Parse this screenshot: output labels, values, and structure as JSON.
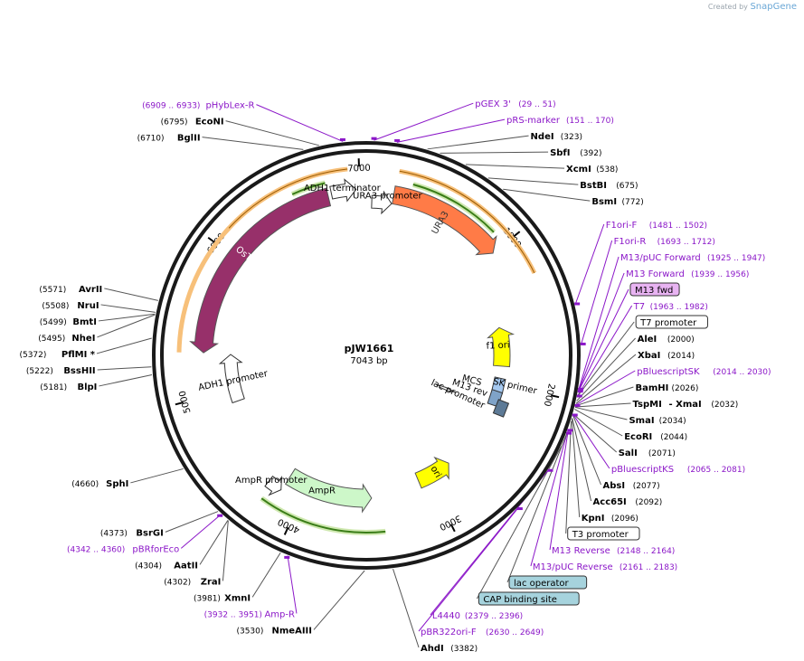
{
  "credit": {
    "prefix": "Created by",
    "brand": "SnapGene"
  },
  "plasmid": {
    "name": "pJW1661",
    "length_label": "7043 bp",
    "length": 7043
  },
  "ticks": [
    "1000",
    "2000",
    "3000",
    "4000",
    "5000",
    "6000",
    "7000"
  ],
  "colors": {
    "backbone": "#000000",
    "primer": "#8b17c8",
    "site": "#000000"
  },
  "features": [
    {
      "name": "OsTIR1",
      "start": 5300,
      "end": 6780,
      "dir": "ccw",
      "color": "#97306a",
      "kind": "cds"
    },
    {
      "name": "URA3",
      "start": 190,
      "end": 1000,
      "dir": "cw",
      "color": "#ff7b47",
      "kind": "cds"
    },
    {
      "name": "AmpR",
      "start": 3480,
      "end": 4150,
      "dir": "ccw",
      "color": "#cdf7c9",
      "kind": "cds"
    },
    {
      "name": "ori",
      "start": 2790,
      "end": 3080,
      "dir": "ccw",
      "color": "#ffff00",
      "kind": "rep"
    },
    {
      "name": "f1 ori",
      "start": 1530,
      "end": 1850,
      "dir": "ccw",
      "color": "#ffff00",
      "kind": "rep"
    },
    {
      "name": "ADH1 terminator",
      "start": 6805,
      "end": 6975,
      "dir": "cw",
      "color": "#ffffff",
      "kind": "term"
    },
    {
      "name": "URA3 promoter",
      "start": 40,
      "end": 185,
      "dir": "cw",
      "color": "#ffffff",
      "kind": "prom"
    },
    {
      "name": "ADH1 promoter",
      "start": 4900,
      "end": 5290,
      "dir": "cw",
      "color": "#ffffff",
      "kind": "prom"
    },
    {
      "name": "AmpR promoter",
      "start": 4155,
      "end": 4260,
      "dir": "ccw",
      "color": "#ffffff",
      "kind": "prom"
    },
    {
      "name": "lac promoter",
      "start": 2190,
      "end": 2220,
      "dir": "ccw",
      "color": "#ffffff",
      "kind": "prom"
    }
  ],
  "inner_labels": [
    {
      "text": "OsTIR1",
      "angle": 6040,
      "r": 168,
      "rot": true,
      "color": "#ffffff"
    },
    {
      "text": "URA3",
      "angle": 590,
      "r": 168,
      "rot": true,
      "color": "#333333"
    },
    {
      "text": "AmpR",
      "angle": 3870,
      "r": 160,
      "rot": false,
      "color": "#000000"
    },
    {
      "text": "ori",
      "angle": 2940,
      "r": 150,
      "rot": true,
      "color": "#000000"
    },
    {
      "text": "f1 ori",
      "angle": 1700,
      "r": 146,
      "rot": true,
      "color": "#000000"
    },
    {
      "text": "ADH1 terminator",
      "angle": 6880,
      "r": 184,
      "rot": false,
      "color": "#000000"
    },
    {
      "text": "URA3 promoter",
      "angle": 150,
      "r": 175,
      "rot": false,
      "color": "#000000"
    },
    {
      "text": "ADH1 promoter",
      "angle": 5050,
      "r": 150,
      "rot": true,
      "color": "#000000"
    },
    {
      "text": "AmpR promoter",
      "angle": 4240,
      "r": 176,
      "rot": false,
      "color": "#000000"
    },
    {
      "text": "lac promoter",
      "angle": 2240,
      "r": 110,
      "rot": true,
      "color": "#000000"
    },
    {
      "text": "M13 rev",
      "angle": 2130,
      "r": 120,
      "rot": true,
      "color": "#000000"
    },
    {
      "text": "MCS",
      "angle": 2050,
      "r": 120,
      "rot": true,
      "color": "#000000"
    },
    {
      "text": "SK primer",
      "angle": 2010,
      "r": 168,
      "rot": true,
      "color": "#000000"
    }
  ],
  "labels": [
    {
      "kind": "primer",
      "name": "pHybLex-R",
      "coord": "(6909 .. 6933)",
      "bp": 6921
    },
    {
      "kind": "site",
      "name": "EcoNI",
      "coord": "(6795)",
      "bp": 6795
    },
    {
      "kind": "site",
      "name": "BglII",
      "coord": "(6710)",
      "bp": 6710
    },
    {
      "kind": "primer",
      "name": "pGEX 3'",
      "coord": "(29 .. 51)",
      "bp": 40
    },
    {
      "kind": "primer",
      "name": "pRS-marker",
      "coord": "(151 .. 170)",
      "bp": 160
    },
    {
      "kind": "site",
      "name": "NdeI",
      "coord": "(323)",
      "bp": 323
    },
    {
      "kind": "site",
      "name": "SbfI",
      "coord": "(392)",
      "bp": 392
    },
    {
      "kind": "site",
      "name": "XcmI",
      "coord": "(538)",
      "bp": 538
    },
    {
      "kind": "site",
      "name": "BstBI",
      "coord": "(675)",
      "bp": 675
    },
    {
      "kind": "site",
      "name": "BsmI",
      "coord": "(772)",
      "bp": 772
    },
    {
      "kind": "primer",
      "name": "F1ori-F",
      "coord": "(1481 .. 1502)",
      "bp": 1492
    },
    {
      "kind": "primer",
      "name": "F1ori-R",
      "coord": "(1693 .. 1712)",
      "bp": 1702
    },
    {
      "kind": "primer",
      "name": "M13/pUC Forward",
      "coord": "(1925 .. 1947)",
      "bp": 1936
    },
    {
      "kind": "primer",
      "name": "M13 Forward",
      "coord": "(1939 .. 1956)",
      "bp": 1947
    },
    {
      "kind": "boxp",
      "name": "M13 fwd",
      "coord": "",
      "bp": 1950
    },
    {
      "kind": "primer",
      "name": "T7",
      "coord": "(1963 .. 1982)",
      "bp": 1972
    },
    {
      "kind": "box",
      "name": "T7 promoter",
      "coord": "",
      "bp": 1975
    },
    {
      "kind": "site",
      "name": "AleI",
      "coord": "(2000)",
      "bp": 2000
    },
    {
      "kind": "primer",
      "name": "pBluescriptSK",
      "coord": "(2014 .. 2030)",
      "bp": 2022
    },
    {
      "kind": "site",
      "name": "XbaI",
      "coord": "(2014)",
      "bp": 2014
    },
    {
      "kind": "site",
      "name": "BamHI",
      "coord": "(2026)",
      "bp": 2026
    },
    {
      "kind": "site2",
      "name": "TspMI",
      "name2": "- XmaI",
      "coord": "(2032)",
      "bp": 2032
    },
    {
      "kind": "site",
      "name": "SmaI",
      "coord": "(2034)",
      "bp": 2034
    },
    {
      "kind": "site",
      "name": "EcoRI",
      "coord": "(2044)",
      "bp": 2044
    },
    {
      "kind": "site",
      "name": "SalI",
      "coord": "(2071)",
      "bp": 2071
    },
    {
      "kind": "site",
      "name": "AbsI",
      "coord": "(2077)",
      "bp": 2077
    },
    {
      "kind": "primer",
      "name": "pBluescriptKS",
      "coord": "(2065 .. 2081)",
      "bp": 2073
    },
    {
      "kind": "site",
      "name": "Acc65I",
      "coord": "(2092)",
      "bp": 2092
    },
    {
      "kind": "site",
      "name": "KpnI",
      "coord": "(2096)",
      "bp": 2096
    },
    {
      "kind": "box",
      "name": "T3 promoter",
      "coord": "",
      "bp": 2110
    },
    {
      "kind": "primer",
      "name": "M13 Reverse",
      "coord": "(2148 .. 2164)",
      "bp": 2156
    },
    {
      "kind": "boxb",
      "name": "lac operator",
      "coord": "",
      "bp": 2180
    },
    {
      "kind": "primer",
      "name": "M13/pUC Reverse",
      "coord": "(2161 .. 2183)",
      "bp": 2172
    },
    {
      "kind": "boxb",
      "name": "CAP binding site",
      "coord": "",
      "bp": 2250
    },
    {
      "kind": "primer",
      "name": "L4440",
      "coord": "(2379 .. 2396)",
      "bp": 2387
    },
    {
      "kind": "primer",
      "name": "pBR322ori-F",
      "coord": "(2630 .. 2649)",
      "bp": 2640
    },
    {
      "kind": "site",
      "name": "AhdI",
      "coord": "(3382)",
      "bp": 3382
    },
    {
      "kind": "site",
      "name": "NmeAIII",
      "coord": "(3530)",
      "bp": 3530
    },
    {
      "kind": "primer",
      "name": "Amp-R",
      "coord": "(3932 .. 3951)",
      "bp": 3941
    },
    {
      "kind": "site",
      "name": "XmnI",
      "coord": "(3981)",
      "bp": 3981
    },
    {
      "kind": "site",
      "name": "ZraI",
      "coord": "(4302)",
      "bp": 4302
    },
    {
      "kind": "site",
      "name": "AatII",
      "coord": "(4304)",
      "bp": 4304
    },
    {
      "kind": "primer",
      "name": "pBRforEco",
      "coord": "(4342 .. 4360)",
      "bp": 4351
    },
    {
      "kind": "site",
      "name": "BsrGI",
      "coord": "(4373)",
      "bp": 4373
    },
    {
      "kind": "site",
      "name": "SphI",
      "coord": "(4660)",
      "bp": 4660
    },
    {
      "kind": "site",
      "name": "BlpI",
      "coord": "(5181)",
      "bp": 5181
    },
    {
      "kind": "site",
      "name": "BssHII",
      "coord": "(5222)",
      "bp": 5222
    },
    {
      "kind": "site",
      "name": "PflMI *",
      "coord": "(5372)",
      "bp": 5372
    },
    {
      "kind": "site",
      "name": "NheI",
      "coord": "(5495)",
      "bp": 5495
    },
    {
      "kind": "site",
      "name": "BmtI",
      "coord": "(5499)",
      "bp": 5499
    },
    {
      "kind": "site",
      "name": "NruI",
      "coord": "(5508)",
      "bp": 5508
    },
    {
      "kind": "site",
      "name": "AvrII",
      "coord": "(5571)",
      "bp": 5571
    }
  ]
}
